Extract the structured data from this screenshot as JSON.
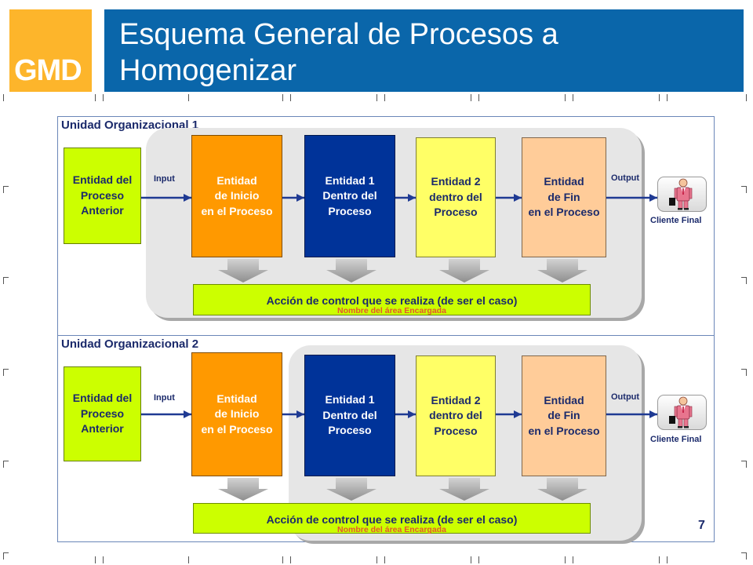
{
  "logo": {
    "text": "GMD"
  },
  "title": "Esquema General de Procesos a Homogenizar",
  "page_number": "7",
  "colors": {
    "logo": "#FDB52B",
    "title_bar": "#0A66AA",
    "label_text": "#1B2A6B",
    "action_note": "#E4572E"
  },
  "sections": [
    {
      "label": "Unidad Organizacional 1",
      "previous": {
        "text": "Entidad del\nProceso\nAnterior",
        "fill": "#CCFF00",
        "text_color": "#1B2A6B"
      },
      "input_label": "Input",
      "output_label": "Output",
      "entities": [
        {
          "text": "Entidad\nde Inicio\nen el Proceso",
          "fill": "#FF9900",
          "text_color": "#FFFFFF"
        },
        {
          "text": "Entidad 1\nDentro del\nProceso",
          "fill": "#003399",
          "text_color": "#FFFFFF"
        },
        {
          "text": "Entidad 2\ndentro del\nProceso",
          "fill": "#FFFF66",
          "text_color": "#1B2A6B"
        },
        {
          "text": "Entidad\nde Fin\nen el Proceso",
          "fill": "#FFCC99",
          "text_color": "#1B2A6B"
        }
      ],
      "client": {
        "label": "Cliente Final",
        "icon": "businessman-icon"
      },
      "action": {
        "text": "Acción de control que se realiza (de ser el caso)",
        "note": "Nombre del área Encargada",
        "fill": "#CCFF00"
      }
    },
    {
      "label": "Unidad Organizacional 2",
      "previous": {
        "text": "Entidad del\nProceso\nAnterior",
        "fill": "#CCFF00",
        "text_color": "#1B2A6B"
      },
      "input_label": "Input",
      "output_label": "Output",
      "entities": [
        {
          "text": "Entidad\nde Inicio\nen el Proceso",
          "fill": "#FF9900",
          "text_color": "#FFFFFF"
        },
        {
          "text": "Entidad 1\nDentro del\nProceso",
          "fill": "#003399",
          "text_color": "#FFFFFF"
        },
        {
          "text": "Entidad 2\ndentro del\nProceso",
          "fill": "#FFFF66",
          "text_color": "#1B2A6B"
        },
        {
          "text": "Entidad\nde Fin\nen el Proceso",
          "fill": "#FFCC99",
          "text_color": "#1B2A6B"
        }
      ],
      "client": {
        "label": "Cliente Final",
        "icon": "businessman-icon"
      },
      "action": {
        "text": "Acción de control que se realiza (de ser el caso)",
        "note": "Nombre del área Encargada",
        "fill": "#CCFF00"
      }
    }
  ]
}
